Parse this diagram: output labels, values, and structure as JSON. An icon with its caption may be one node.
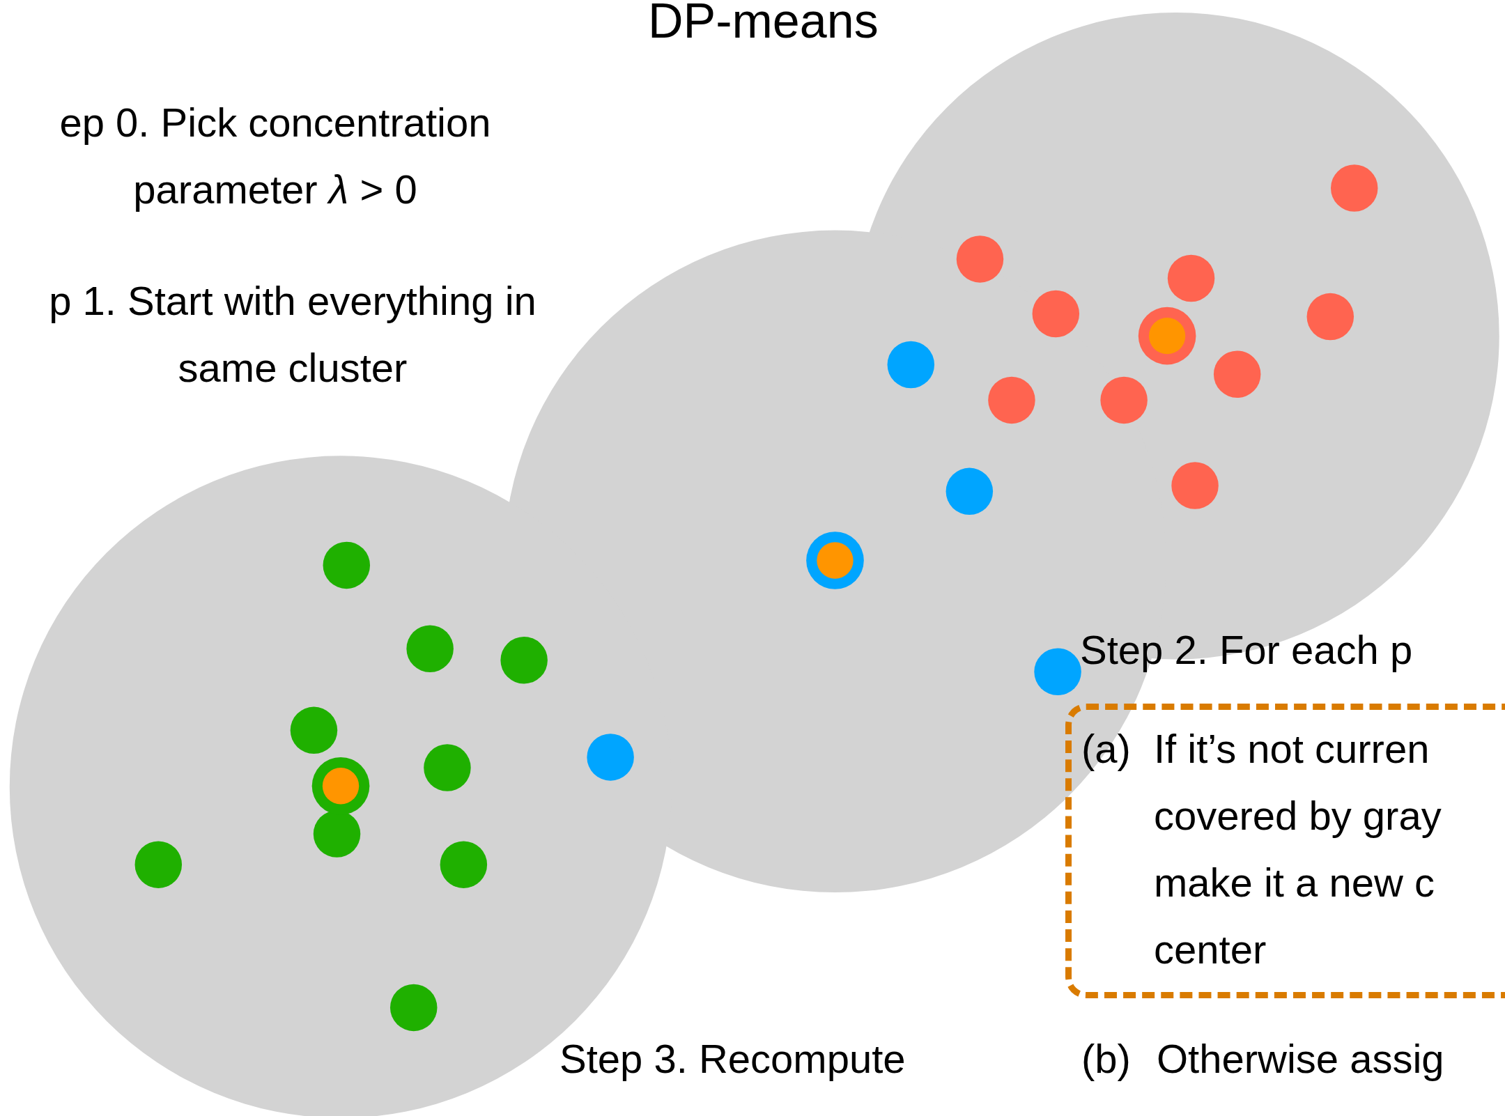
{
  "diagram": {
    "title": "DP-means",
    "nodes": [
      {
        "text": [
          "(a)",
          "If it’s not curren covered by gray make it a new c center"
        ]
      }
    ],
    "labels": [
      "ep 0. Pick concentration parameter *λ* > 0",
      "p 1. Start with everything in same cluster",
      "Step 2. For each p",
      "Step 3. Recompute",
      "(b)",
      "Otherwise assig"
    ]
  }
}
